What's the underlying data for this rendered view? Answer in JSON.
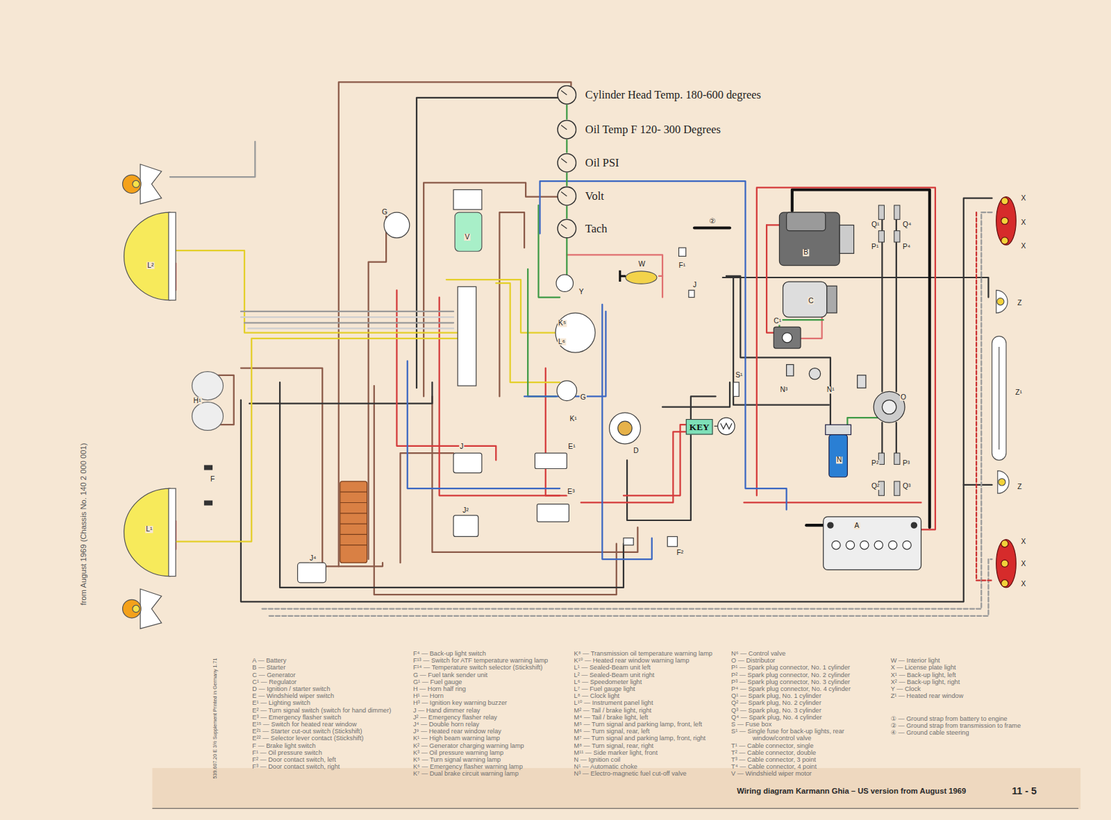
{
  "diagram": {
    "caption": "Wiring diagram Karmann Ghia – US version from August 1969",
    "nodes": [
      {
        "text": [
          "Cylinder Head Temp.  180-600 degrees"
        ]
      },
      {
        "text": [
          "Oil Temp  F 120- 300 Degrees"
        ]
      },
      {
        "text": [
          "Oil PSI"
        ]
      },
      {
        "text": [
          "Volt"
        ]
      },
      {
        "text": [
          "Tach"
        ]
      },
      {
        "text": [
          "KEY"
        ]
      }
    ],
    "edges": [
      {
        "from": 0,
        "to": 1,
        "arrow": "none"
      },
      {
        "from": 1,
        "to": 2,
        "arrow": "none"
      },
      {
        "from": 2,
        "to": 3,
        "arrow": "none"
      },
      {
        "from": 3,
        "to": 4,
        "arrow": "none"
      }
    ],
    "labels": [
      "A",
      "B",
      "C",
      "C¹",
      "V",
      "W",
      "Y",
      "G",
      "G",
      "L²",
      "L¹",
      "H¹",
      "F",
      "J⁴",
      "J",
      "J²",
      "K¹",
      "E¹",
      "E³",
      "D",
      "K⁵",
      "L⁶",
      "F¹",
      "J",
      "②",
      "S¹",
      "N³",
      "N¹",
      "O",
      "N",
      "Q¹",
      "Q⁴",
      "P¹",
      "P⁴",
      "P²",
      "P³",
      "Q²",
      "Q³",
      "F²",
      "X",
      "X",
      "X",
      "X",
      "X",
      "X",
      "Z",
      "Z",
      "Z¹",
      "from August 1969 (Chassis No. 140 2 000 001)",
      "539.607.20 E 3½ Supplement Printed in Germany 1.71",
      "A — Battery",
      "B — Starter",
      "C — Generator",
      "C¹ — Regulator",
      "D — Ignition / starter switch",
      "E — Windshield wiper switch",
      "E¹ — Lighting switch",
      "E² — Turn signal switch (switch for hand dimmer)",
      "E³ — Emergency flasher switch",
      "E¹⁵ — Switch for heated rear window",
      "E²¹ — Starter cut-out switch (Stickshift)",
      "E²² — Selector lever contact (Stickshift)",
      "F — Brake light switch",
      "F¹ — Oil pressure switch",
      "F² — Door contact switch, left",
      "F³ — Door contact switch, right",
      "F⁴ — Back-up light switch",
      "F¹³ — Switch for ATF temperature warning lamp",
      "F¹⁴ — Temperature switch selector (Stickshift)",
      "G — Fuel tank sender unit",
      "G¹ — Fuel gauge",
      "H — Horn half ring",
      "H¹ — Horn",
      "H³ — Ignition key warning buzzer",
      "J — Hand dimmer relay",
      "J² — Emergency flasher relay",
      "J⁴ — Double horn relay",
      "J⁹ — Heated rear window relay",
      "K¹ — High beam warning lamp",
      "K² — Generator charging warning lamp",
      "K³ — Oil pressure warning lamp",
      "K⁵ — Turn signal warning lamp",
      "K⁶ — Emergency flasher warning lamp",
      "K⁷ — Dual brake circuit warning lamp",
      "K⁸ — Transmission oil temperature warning lamp",
      "K¹⁰ — Heated rear window warning lamp",
      "L¹ — Sealed-Beam unit left",
      "L² — Sealed-Beam unit right",
      "L⁶ — Speedometer light",
      "L⁷ — Fuel gauge light",
      "L⁸ — Clock light",
      "L¹⁰ — Instrument panel light",
      "M² — Tail / brake light, right",
      "M⁴ — Tail / brake light, left",
      "M⁵ — Turn signal and parking lamp, front, left",
      "M⁶ — Turn signal, rear, left",
      "M⁷ — Turn signal and parking lamp, front, right",
      "M⁸ — Turn signal, rear, right",
      "M¹¹ — Side marker light, front",
      "N — Ignition coil",
      "N¹ — Automatic choke",
      "N³ — Electro-magnetic fuel cut-off valve",
      "N⁶ — Control valve",
      "O — Distributor",
      "P¹ — Spark plug connector, No. 1 cylinder",
      "P² — Spark plug connector, No. 2 cylinder",
      "P³ — Spark plug connector, No. 3 cylinder",
      "P⁴ — Spark plug connector, No. 4 cylinder",
      "Q¹ — Spark plug, No. 1 cylinder",
      "Q² — Spark plug, No. 2 cylinder",
      "Q³ — Spark plug, No. 3 cylinder",
      "Q⁴ — Spark plug, No. 4 cylinder",
      "S — Fuse box",
      "S¹ — Single fuse for back-up lights, rear window/control valve",
      "T¹ — Cable connector, single",
      "T² — Cable connector, double",
      "T³ — Cable connector, 3 point",
      "T⁴ — Cable connector, 4 point",
      "V — Windshield wiper motor",
      "W — Interior light",
      "X — License plate light",
      "X¹ — Back-up light, left",
      "X² — Back-up light, right",
      "Y — Clock",
      "Z¹ — Heated rear window",
      "① — Ground strap from battery to engine",
      "② — Ground strap from transmission to frame",
      "④ — Ground cable steering",
      "11 - 5"
    ]
  }
}
